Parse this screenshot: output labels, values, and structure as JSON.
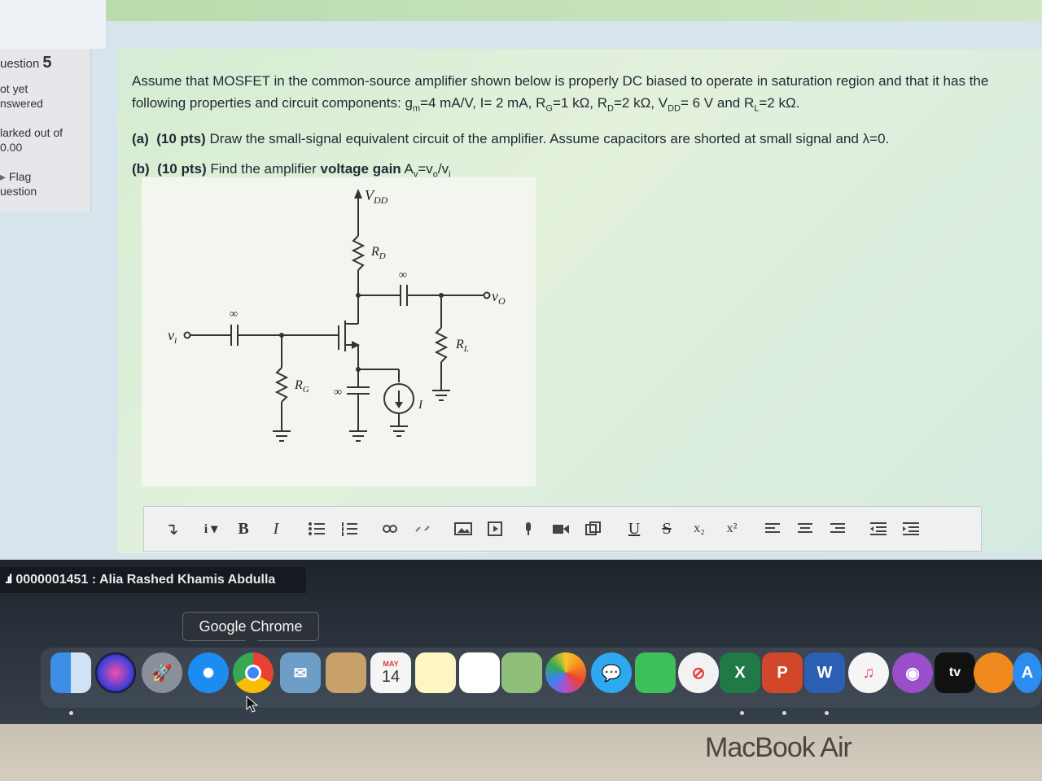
{
  "question_info": {
    "label": "uestion",
    "number": "5",
    "status_line1": "ot yet",
    "status_line2": "nswered",
    "marks_line1": "larked out of",
    "marks_line2": "0.00",
    "flag_line1": "Flag",
    "flag_line2": "uestion"
  },
  "question": {
    "intro_a": "Assume that MOSFET in the common-source amplifier shown below is properly DC biased to operate in saturation region and that it has the following properties and circuit components: g",
    "gm_sub": "m",
    "intro_b": "=4 mA/V, I= 2 mA, R",
    "rg_sub": "G",
    "intro_c": "=1 kΩ, R",
    "rd_sub": "D",
    "intro_d": "=2 kΩ, V",
    "vdd_sub": "DD",
    "intro_e": "= 6 V and R",
    "rl_sub": "L",
    "intro_f": "=2 kΩ.",
    "part_a_label": "(a)",
    "part_a_pts": "(10 pts)",
    "part_a_text": "Draw the small-signal equivalent circuit of the amplifier. Assume capacitors are shorted at small signal and λ=0.",
    "part_b_label": "(b)",
    "part_b_pts": "(10 pts)",
    "part_b_text": "Find the amplifier",
    "part_b_bold": "voltage gain",
    "part_b_formula": "A",
    "av_sub": "v",
    "part_b_eq": "=v",
    "vo_sub": "o",
    "part_b_div": "/v",
    "vi_sub": "i"
  },
  "circuit": {
    "vdd": "V",
    "vdd_sub": "DD",
    "rd": "R",
    "rd_sub": "D",
    "rl": "R",
    "rl_sub": "L",
    "rg": "R",
    "rg_sub": "G",
    "vo": "v",
    "vo_sub": "O",
    "vi": "v",
    "vi_sub": "i",
    "current": "I",
    "inf1": "∞",
    "inf2": "∞",
    "inf3": "∞"
  },
  "toolbar": {
    "paragraph": "↴",
    "info": "i ▾",
    "bold": "B",
    "italic": "I",
    "underline": "U",
    "strike": "S",
    "subscript": "x₂",
    "superscript": "x²"
  },
  "taskbar": {
    "signal_bars": ".ıl",
    "user_text": "0000001451 : Alia Rashed Khamis Abdulla",
    "tooltip": "Google Chrome"
  },
  "dock": {
    "calendar_month": "MAY",
    "calendar_day": "14",
    "excel": "X",
    "powerpoint": "P",
    "word": "W",
    "tv": "tv"
  },
  "bezel": {
    "brand": "MacBook Air"
  },
  "colors": {
    "panel_green": "#d6ecd3",
    "dock_bg": "#46505c",
    "bezel": "#c9c0b4"
  }
}
